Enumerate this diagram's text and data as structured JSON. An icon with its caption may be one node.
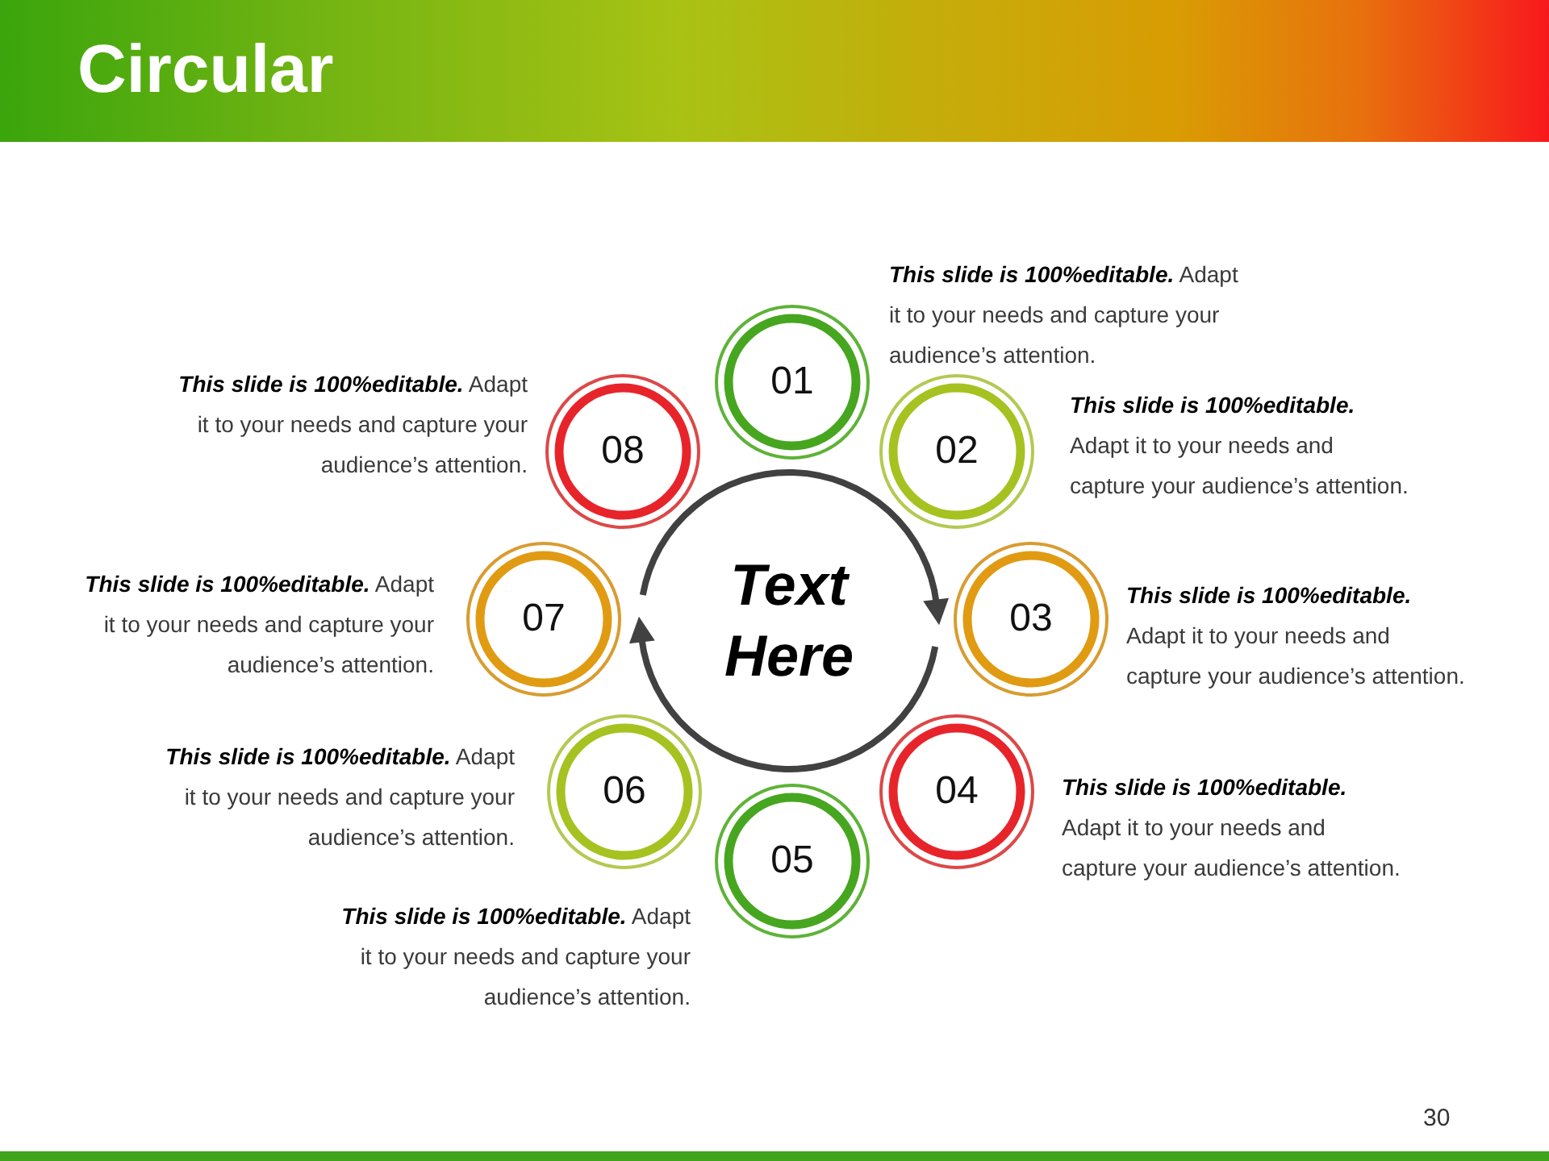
{
  "diagram": {
    "title": "Circular",
    "nodes": [
      {
        "text": [
          "01"
        ],
        "beside": [
          "**This slide is 100%editable.** Adapt it to your needs and capture your audience’s attention."
        ]
      },
      {
        "text": [
          "02"
        ],
        "beside": [
          "**This slide is 100%editable.** Adapt it to your needs and capture your audience’s attention."
        ]
      },
      {
        "text": [
          "03"
        ],
        "beside": [
          "**This slide is 100%editable.** Adapt it to your needs and capture your audience’s attention."
        ]
      },
      {
        "text": [
          "04"
        ],
        "beside": [
          "**This slide is 100%editable.** Adapt it to your needs and capture your audience’s attention."
        ]
      },
      {
        "text": [
          "05"
        ],
        "beside": [
          "**This slide is 100%editable.** Adapt it to your needs and capture your audience’s attention."
        ]
      },
      {
        "text": [
          "06"
        ],
        "beside": [
          "**This slide is 100%editable.** Adapt it to your needs and capture your audience’s attention."
        ]
      },
      {
        "text": [
          "07"
        ],
        "beside": [
          "**This slide is 100%editable.** Adapt it to your needs and capture your audience’s attention."
        ]
      },
      {
        "text": [
          "08"
        ],
        "beside": [
          "**This slide is 100%editable.** Adapt it to your needs and capture your audience’s attention."
        ]
      },
      {
        "text": [
          "Text Here"
        ]
      }
    ],
    "labels": [
      "30"
    ]
  }
}
